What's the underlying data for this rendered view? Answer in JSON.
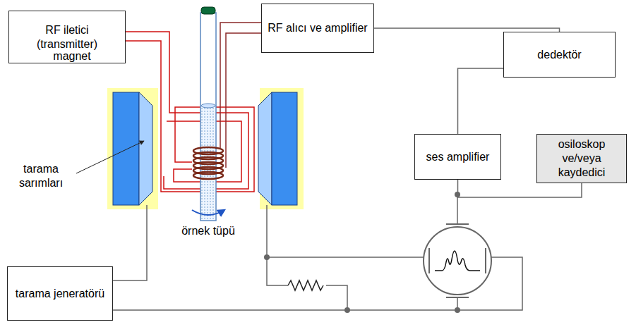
{
  "diagram": {
    "nodes": [
      {
        "text": [
          "RF iletici (transmitter)"
        ]
      },
      {
        "text": [
          "RF alıcı ve amplifier"
        ]
      },
      {
        "text": [
          "dedektör"
        ]
      },
      {
        "text": [
          "ses amplifier"
        ]
      },
      {
        "text": [
          "osiloskop ve/veya kaydedici"
        ]
      },
      {
        "text": [
          "tarama jeneratörü"
        ]
      }
    ],
    "edges": [
      {
        "from": 1,
        "to": 2,
        "arrow": "none"
      },
      {
        "from": 2,
        "to": 3,
        "arrow": "none"
      },
      {
        "from": 3,
        "to": 4,
        "arrow": "none"
      }
    ],
    "labels": [
      "magnet",
      "tarama sarımları",
      "örnek tüpü"
    ]
  }
}
